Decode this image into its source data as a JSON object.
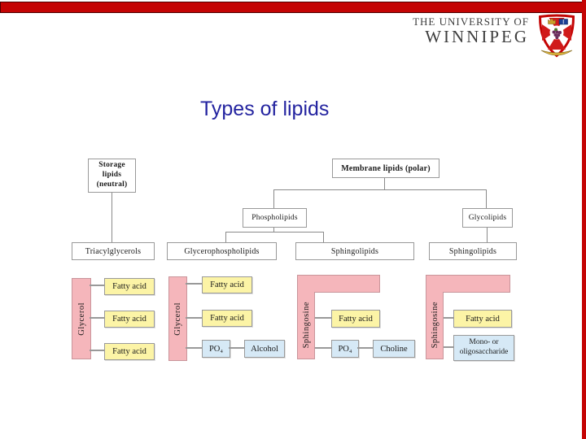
{
  "header": {
    "university_line1": "THE UNIVERSITY OF",
    "university_line2": "WINNIPEG",
    "crest": "university-of-winnipeg-crest"
  },
  "slide": {
    "title": "Types of lipids"
  },
  "flowchart": {
    "storage_label": "Storage\nlipids\n(neutral)",
    "membrane_label": "Membrane lipids (polar)",
    "level2": [
      "Phospholipids",
      "Glycolipids"
    ],
    "level3": [
      "Triacylglycerols",
      "Glycerophospholipids",
      "Sphingolipids",
      "Sphingolipids"
    ]
  },
  "structures": [
    {
      "backbone": "Glycerol",
      "shape": "bar",
      "components": [
        "Fatty acid",
        "Fatty acid",
        "Fatty acid"
      ]
    },
    {
      "backbone": "Glycerol",
      "shape": "bar",
      "components": [
        "Fatty acid",
        "Fatty acid",
        "PO₄",
        "Alcohol"
      ]
    },
    {
      "backbone": "Sphingosine",
      "shape": "L",
      "components": [
        "Fatty acid",
        "PO₄",
        "Choline"
      ]
    },
    {
      "backbone": "Sphingosine",
      "shape": "L",
      "components": [
        "Fatty acid",
        "Mono- or\noligosaccharide"
      ]
    }
  ],
  "colors": {
    "accent_red": "#C40404",
    "title_blue": "#2424A0",
    "backbone_pink": "#F5B6BB",
    "fatty_acid_yellow": "#FCF4A6",
    "polar_group_blue": "#D6E9F6"
  }
}
